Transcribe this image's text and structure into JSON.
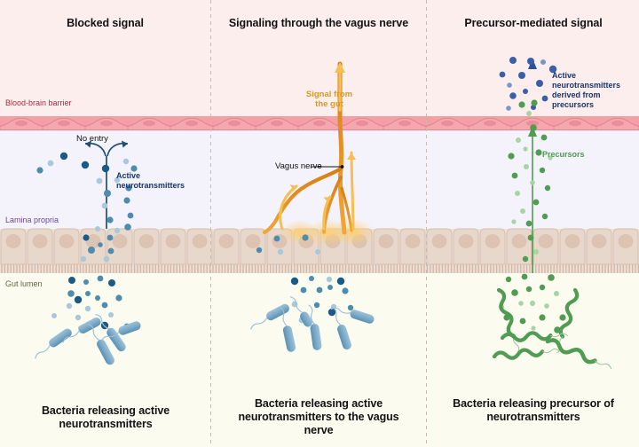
{
  "figure": {
    "title_left": "Blocked signal",
    "title_mid": "Signaling through the vagus nerve",
    "title_right": "Precursor-mediated signal",
    "caption_left": "Bacteria releasing active neurotransmitters",
    "caption_mid": "Bacteria releasing active neurotransmitters to the vagus nerve",
    "caption_right": "Bacteria releasing precursor of neurotransmitters",
    "background": "#fbfbf0"
  },
  "layers": [
    {
      "id": "brain",
      "label": "",
      "color": "#fdeeee"
    },
    {
      "id": "blood-brain-barrier",
      "label": "Blood-brain barrier",
      "color": "#f2a0a6",
      "label_color": "#a03040"
    },
    {
      "id": "lamina-propria",
      "label": "Lamina propria",
      "color": "#f4f2fb",
      "label_color": "#6b4aa0"
    },
    {
      "id": "epithelium",
      "label": "",
      "color": "#e6d5c8"
    },
    {
      "id": "gut-lumen",
      "label": "Gut lumen",
      "color": "#fbfbf0",
      "label_color": "#5f6b45"
    }
  ],
  "panels": [
    {
      "id": "blocked-signal",
      "title": "Blocked signal",
      "caption": "Bacteria releasing active neurotransmitters",
      "annotations": [
        {
          "name": "no-entry-label",
          "text": "No entry",
          "color": "#111111"
        },
        {
          "name": "active-neurotransmitters-label",
          "text": "Active\nneurotransmitters",
          "color": "#17356b"
        }
      ],
      "particles": {
        "name": "active-neurotransmitters",
        "color": "#2e6f93",
        "dark": "#17537a"
      },
      "bacteria": {
        "shape": "rod",
        "color": "#6e9fc0",
        "count": 5
      }
    },
    {
      "id": "vagus-nerve-signal",
      "title": "Signaling through the vagus nerve",
      "caption": "Bacteria releasing active neurotransmitters to the vagus nerve",
      "annotations": [
        {
          "name": "signal-from-the-gut-label",
          "text": "Signal from\nthe gut",
          "color": "#d79a28"
        },
        {
          "name": "vagus-nerve-label",
          "text": "Vagus nerve",
          "color": "#111111"
        }
      ],
      "nerve_color": "#e08a1e",
      "arrow_color": "#f5bf52",
      "particles": {
        "name": "active-neurotransmitters",
        "color": "#2e6f93",
        "dark": "#17537a"
      },
      "bacteria": {
        "shape": "rod",
        "color": "#6e9fc0",
        "count": 6
      }
    },
    {
      "id": "precursor-mediated-signal",
      "title": "Precursor-mediated signal",
      "caption": "Bacteria releasing precursor of neurotransmitters",
      "annotations": [
        {
          "name": "active-neurotransmitters-derived-label",
          "text": "Active\nneurotransmitters\nderived from\nprecursors",
          "color": "#17356b"
        },
        {
          "name": "precursors-label",
          "text": "Precursors",
          "color": "#4f9c52"
        }
      ],
      "particles_upper": {
        "name": "active-neurotransmitters",
        "color": "#2f4f9c",
        "dark": "#2a4a93"
      },
      "particles_lower": {
        "name": "precursors",
        "color": "#4f9c52",
        "light": "#a8d4a4"
      },
      "arrow_upper_color": "#2f4f9c",
      "arrow_lower_color": "#4f9c52",
      "bacteria": {
        "shape": "spiral",
        "color": "#4f9c52",
        "count": 5
      }
    }
  ],
  "dividers": {
    "color": "#c9b9b9",
    "style": "dashed",
    "positions": [
      237,
      480
    ]
  }
}
